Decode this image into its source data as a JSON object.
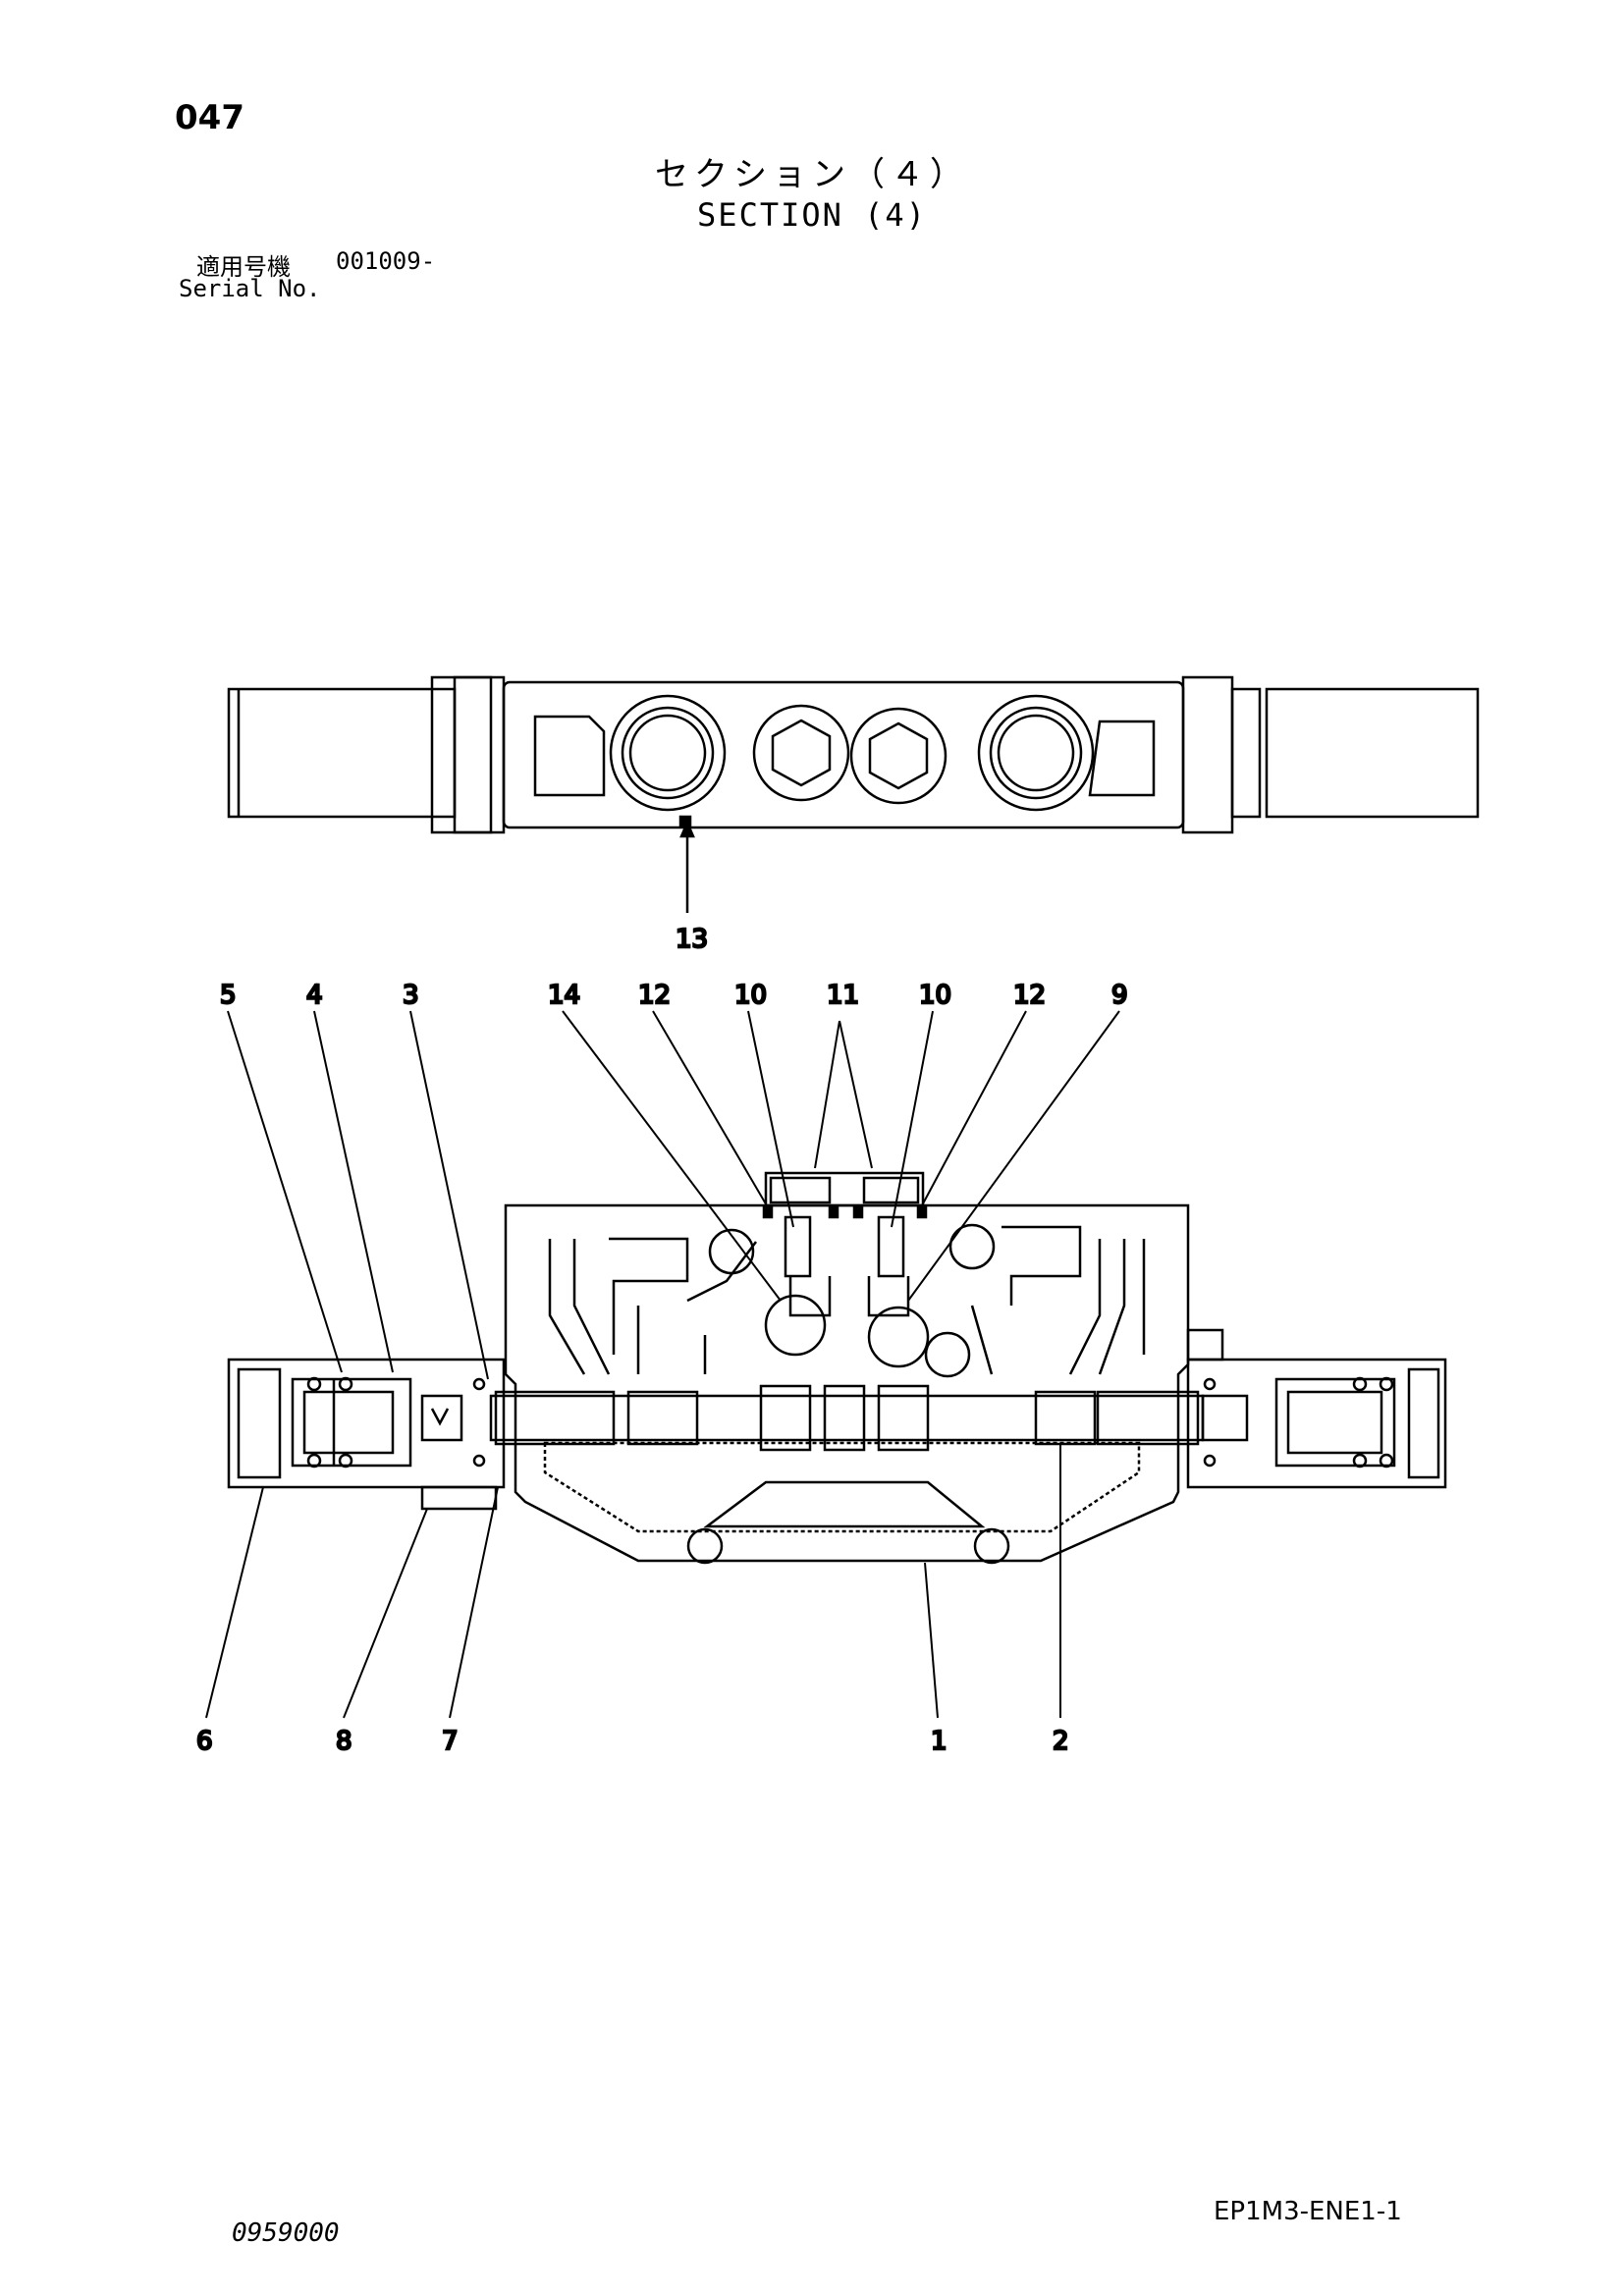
{
  "header": {
    "page_number": "047",
    "title_jp": "セクション（４）",
    "title_en": "SECTION (4)",
    "serial_label_jp": "適用号機",
    "serial_value": "001009-",
    "serial_label_en": "Serial No."
  },
  "callouts": {
    "top_view": [
      "13"
    ],
    "section_top_row": [
      "5",
      "4",
      "3",
      "14",
      "12",
      "10",
      "11",
      "10",
      "12",
      "9"
    ],
    "section_bottom_row": [
      "6",
      "8",
      "7",
      "1",
      "2"
    ]
  },
  "footer": {
    "doc_code": "0959000",
    "ref_code": "EP1M3-ENE1-1"
  }
}
